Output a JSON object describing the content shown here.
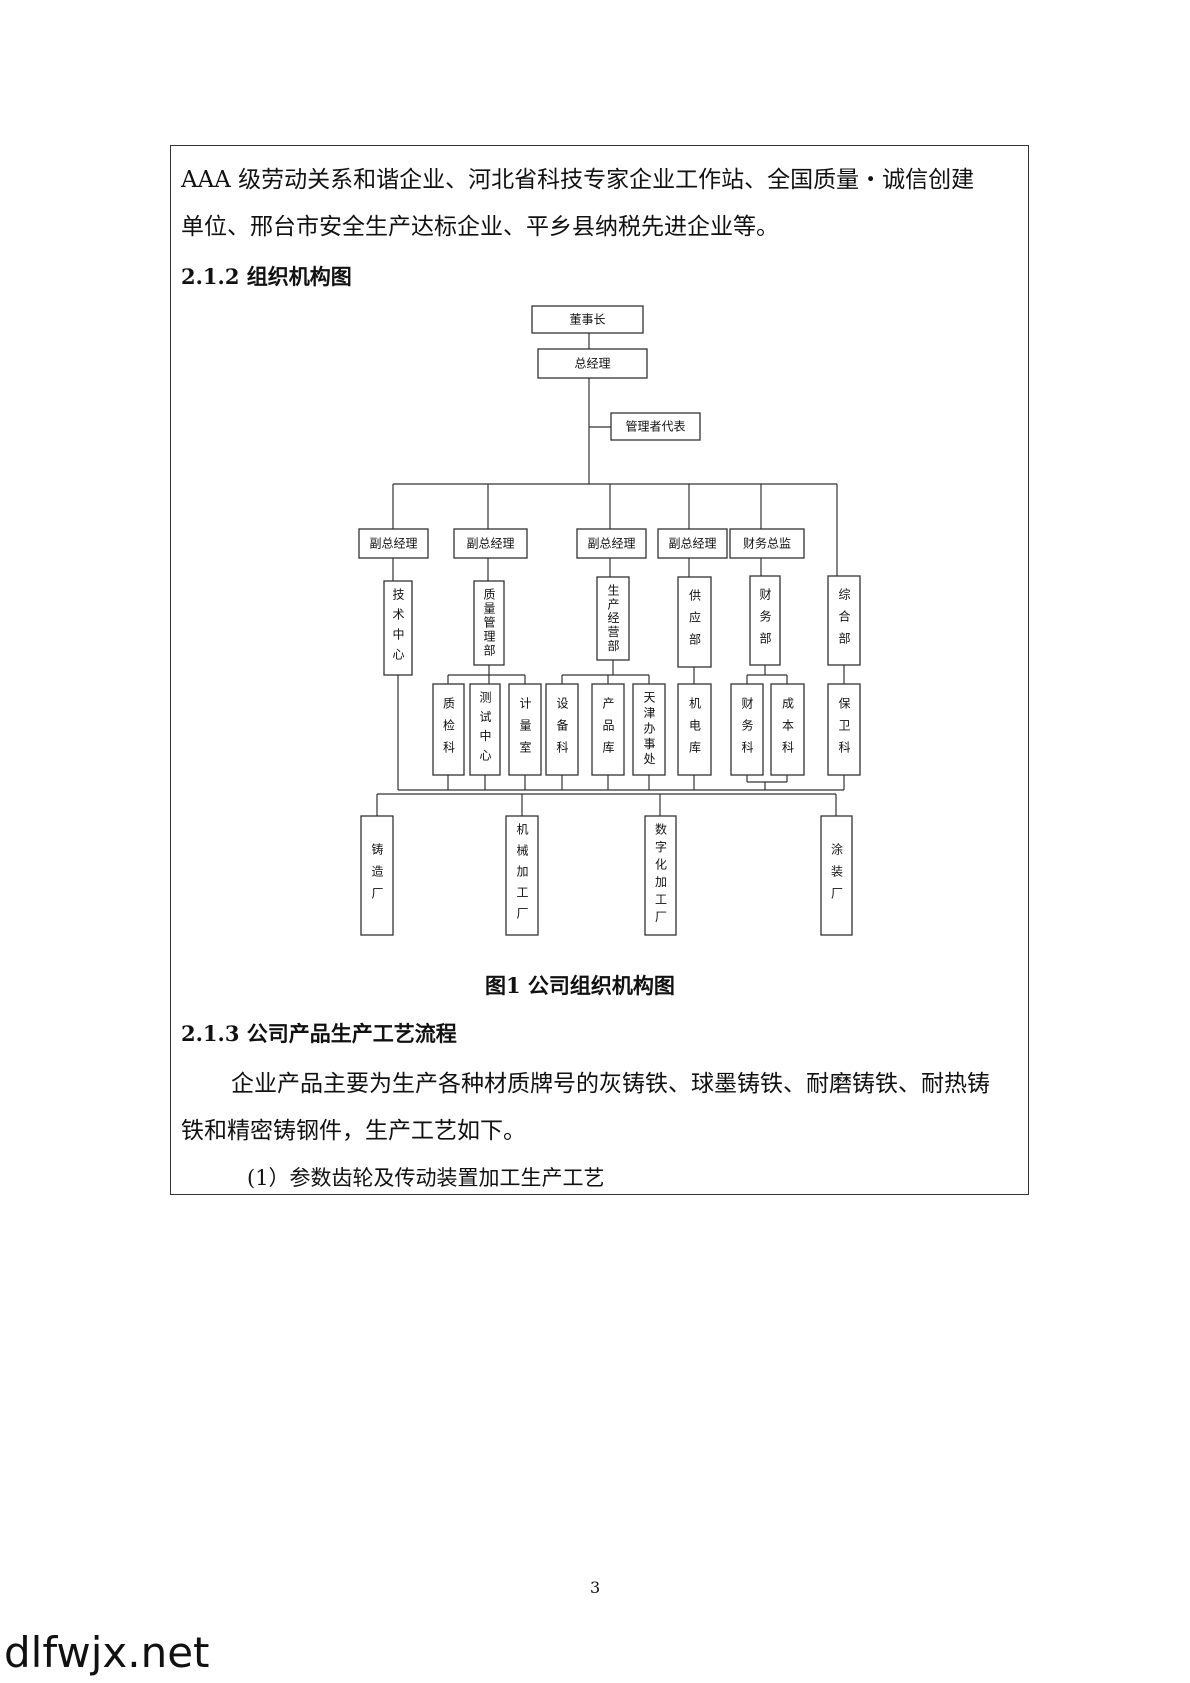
{
  "text": {
    "line1": "AAA 级劳动关系和谐企业、河北省科技专家企业工作站、全国质量・诚信创建",
    "line2": "单位、邢台市安全生产达标企业、平乡县纳税先进企业等。",
    "heading_212": "2.1.2  组织机构图",
    "caption": "图1    公司组织机构图",
    "heading_213": "2.1.3 公司产品生产工艺流程",
    "para1": "企业产品主要为生产各种材质牌号的灰铸铁、球墨铸铁、耐磨铸铁、耐热铸",
    "para2": "铁和精密铸钢件，生产工艺如下。",
    "item1": "(1）参数齿轮及传动装置加工生产工艺",
    "page_number": "3",
    "watermark": "dlfwjx.net"
  },
  "org": {
    "chairman": "董事长",
    "gm": "总经理",
    "mgmt_rep": "管理者代表",
    "level1": [
      "副总经理",
      "副总经理",
      "副总经理",
      "副总经理",
      "财务总监"
    ],
    "depts": [
      "技术中心",
      "质量管理部",
      "生产经营部",
      "供应部",
      "财务部",
      "综合部"
    ],
    "sections": [
      "质检科",
      "测试中心",
      "计量室",
      "设备科",
      "产品库",
      "天津办事处",
      "机电库",
      "财务科",
      "成本科",
      "保卫科"
    ],
    "factories": [
      "铸造厂",
      "机械加工厂",
      "数字化加工厂",
      "涂装厂"
    ]
  }
}
